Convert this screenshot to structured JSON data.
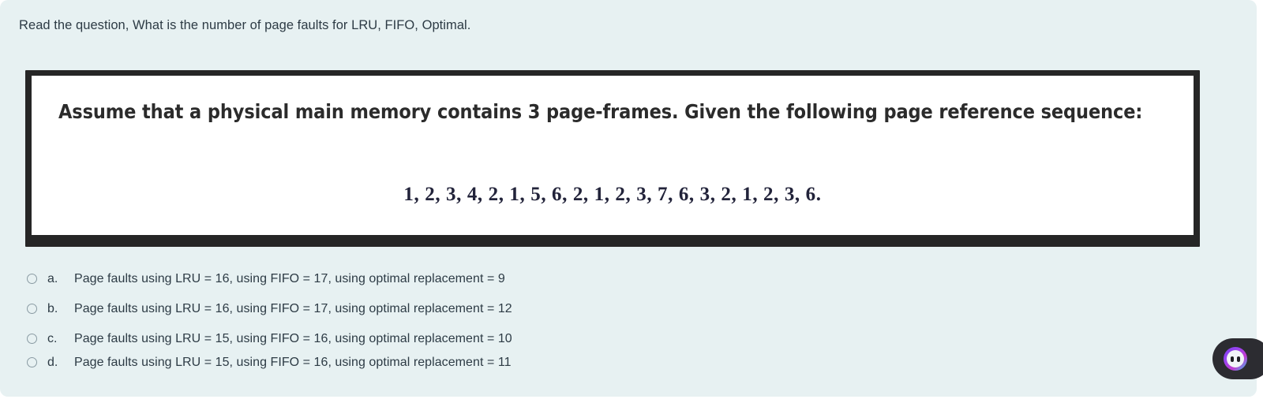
{
  "theme": {
    "panel_bg": "#e7f1f2",
    "text_color": "#2d3b45",
    "frame_color": "#262626",
    "sheet_bg": "#ffffff",
    "radio_border": "#8a9ba3",
    "widget_bg": "#2c2c31"
  },
  "prompt": {
    "text": "Read the question, What is the number of page faults for LRU, FIFO, Optimal."
  },
  "question": {
    "body": "Assume that a physical main memory contains 3 page-frames. Given the following page reference sequence:",
    "sequence": "1, 2, 3, 4, 2, 1, 5, 6, 2, 1, 2, 3, 7, 6, 3, 2, 1, 2, 3, 6."
  },
  "options": [
    {
      "letter": "a.",
      "text": "Page faults using LRU = 16, using FIFO = 17, using optimal replacement = 9",
      "selected": false
    },
    {
      "letter": "b.",
      "text": "Page faults using LRU = 16, using FIFO = 17, using optimal replacement = 12",
      "selected": false
    },
    {
      "letter": "c.",
      "text": "Page faults using LRU = 15, using FIFO = 16, using optimal replacement = 10",
      "selected": false
    },
    {
      "letter": "d.",
      "text": "Page faults using LRU = 15, using FIFO = 16, using optimal replacement = 11",
      "selected": false
    }
  ],
  "assistant_widget": {
    "icon": "assistant-face-icon",
    "label": ""
  }
}
